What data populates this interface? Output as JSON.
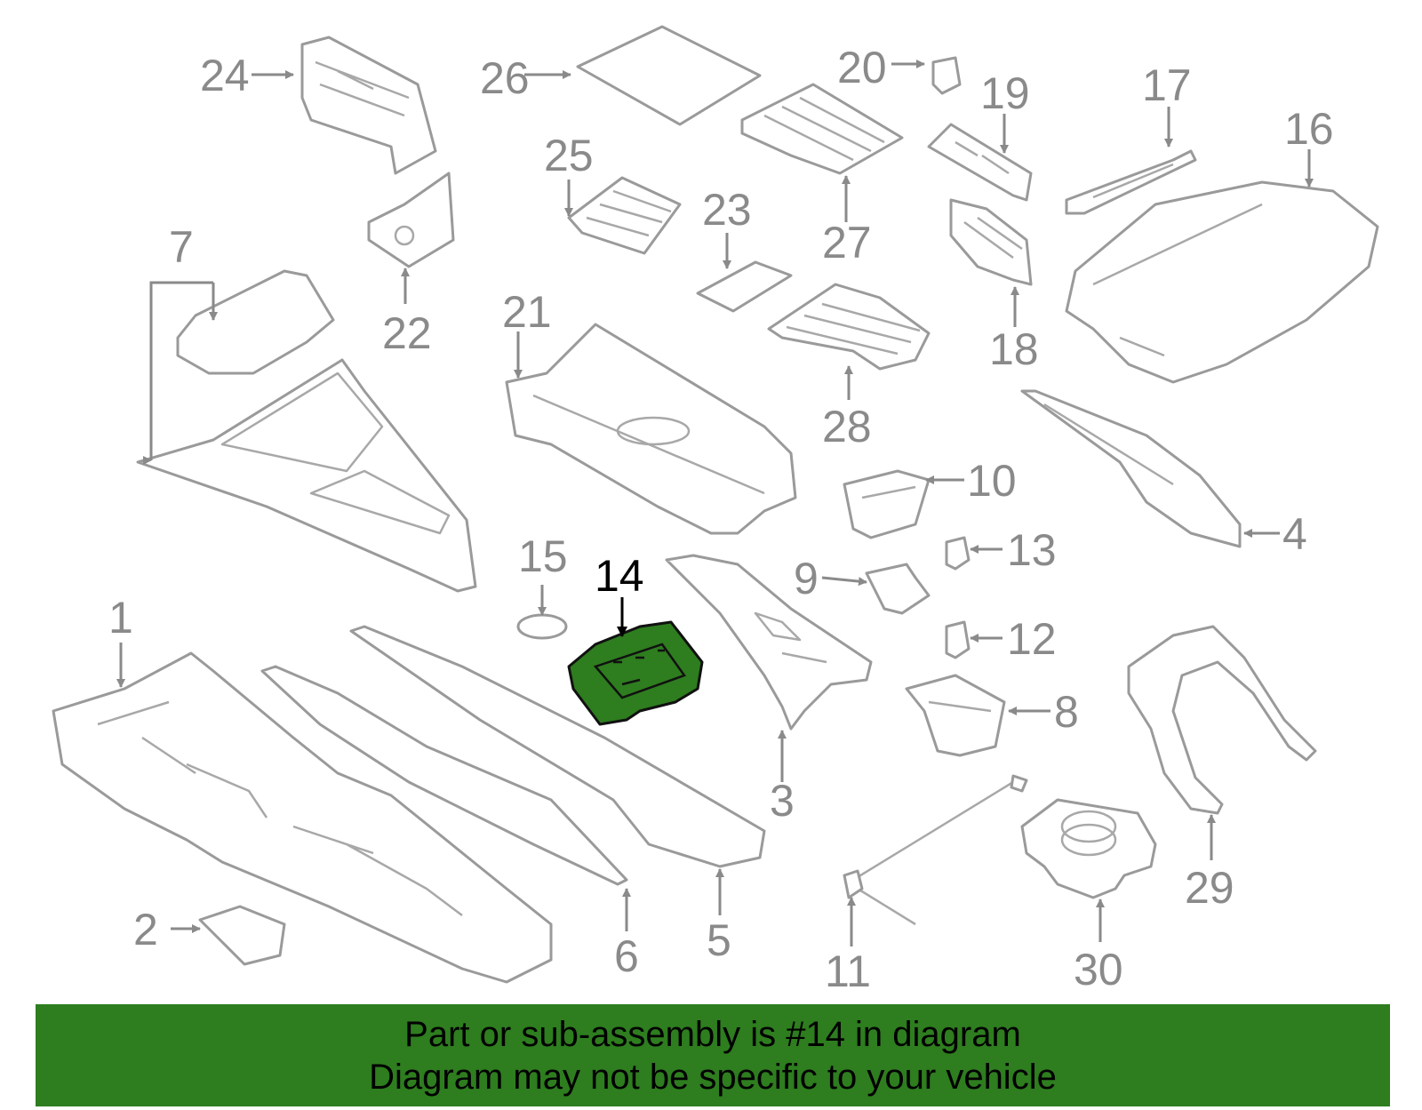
{
  "diagram": {
    "highlighted_part": "14",
    "callouts": [
      "1",
      "2",
      "3",
      "4",
      "5",
      "6",
      "7",
      "8",
      "9",
      "10",
      "11",
      "12",
      "13",
      "14",
      "15",
      "16",
      "17",
      "18",
      "19",
      "20",
      "21",
      "22",
      "23",
      "24",
      "25",
      "26",
      "27",
      "28",
      "29",
      "30"
    ]
  },
  "banner": {
    "line1": "Part or sub-assembly is #14 in diagram",
    "line2": "Diagram may not be specific to your vehicle"
  },
  "colors": {
    "highlight": "#2e7d1f",
    "outline": "#9a9a9a",
    "label": "#8a8a8a"
  }
}
